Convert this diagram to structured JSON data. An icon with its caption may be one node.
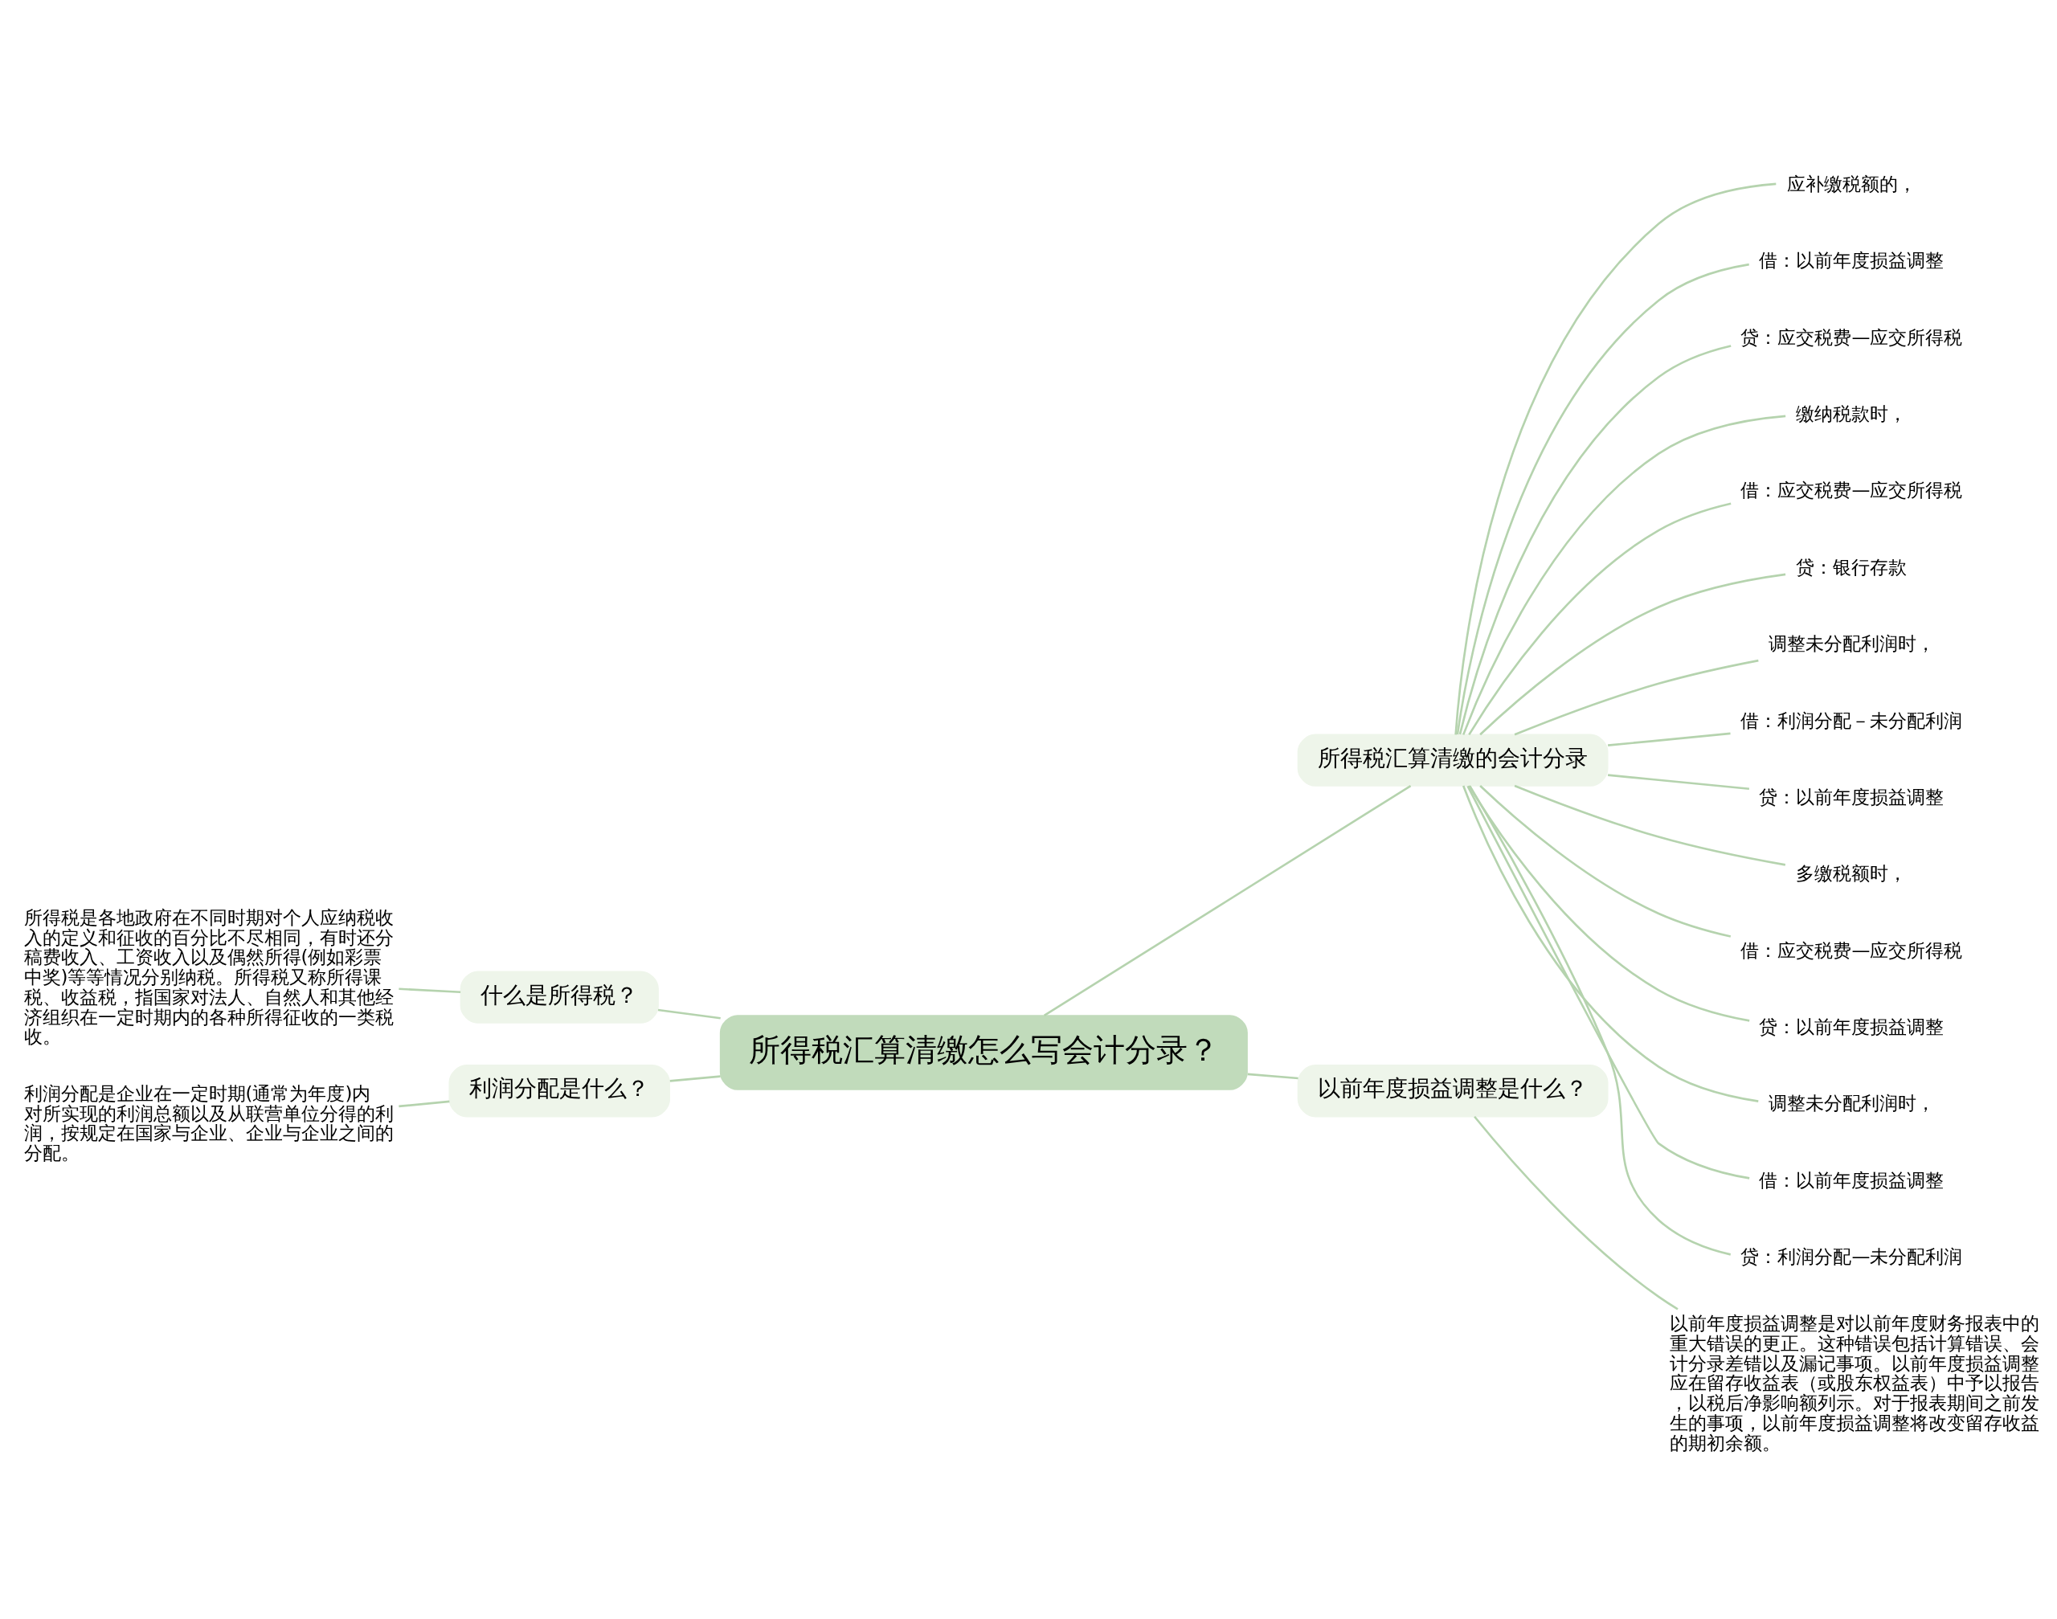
{
  "diagram": {
    "nodes": [
      {
        "text": [
          "所得税汇算清缴怎么写会计分录？"
        ]
      },
      {
        "text": [
          "什么是所得税？"
        ]
      },
      {
        "text": [
          "所得税是各地政府在不同时期对个人应纳税收入的定义和征收的百分比不尽相同，有时还分稿费收入、工资收入以及偶然所得(例如彩票中奖)等等情况分别纳税。所得税又称所得课税、收益税，指国家对法人、自然人和其他经济组织在一定时期内的各种所得征收的一类税收。"
        ]
      },
      {
        "text": [
          "利润分配是什么？"
        ]
      },
      {
        "text": [
          "利润分配是企业在一定时期(通常为年度)内对所实现的利润总额以及从联营单位分得的利润，按规定在国家与企业、企业与企业之间的分配。"
        ]
      },
      {
        "text": [
          "所得税汇算清缴的会计分录"
        ]
      },
      {
        "text": [
          "应补缴税额的，"
        ]
      },
      {
        "text": [
          "借：以前年度损益调整"
        ]
      },
      {
        "text": [
          "贷：应交税费—应交所得税"
        ]
      },
      {
        "text": [
          "缴纳税款时，"
        ]
      },
      {
        "text": [
          "借：应交税费—应交所得税"
        ]
      },
      {
        "text": [
          "贷：银行存款"
        ]
      },
      {
        "text": [
          "调整未分配利润时，"
        ]
      },
      {
        "text": [
          "借：利润分配－未分配利润"
        ]
      },
      {
        "text": [
          "贷：以前年度损益调整"
        ]
      },
      {
        "text": [
          "多缴税额时，"
        ]
      },
      {
        "text": [
          "借：应交税费—应交所得税"
        ]
      },
      {
        "text": [
          "贷：以前年度损益调整"
        ]
      },
      {
        "text": [
          "调整未分配利润时，"
        ]
      },
      {
        "text": [
          "借：以前年度损益调整"
        ]
      },
      {
        "text": [
          "贷：利润分配—未分配利润"
        ]
      },
      {
        "text": [
          "以前年度损益调整是什么？"
        ]
      },
      {
        "text": [
          "以前年度损益调整是对以前年度财务报表中的重大错误的更正。这种错误包括计算错误、会计分录差错以及漏记事项。以前年度损益调整应在留存收益表（或股东权益表）中予以报告，以税后净影响额列示。对于报表期间之前发生的事项，以前年度损益调整将改变留存收益的期初余额。"
        ]
      }
    ],
    "edges": [
      {
        "from": 0,
        "to": 1,
        "arrow": "none"
      },
      {
        "from": 1,
        "to": 2,
        "arrow": "none"
      },
      {
        "from": 0,
        "to": 3,
        "arrow": "none"
      },
      {
        "from": 3,
        "to": 4,
        "arrow": "none"
      },
      {
        "from": 0,
        "to": 5,
        "arrow": "none"
      },
      {
        "from": 5,
        "to": 6,
        "arrow": "none"
      },
      {
        "from": 5,
        "to": 7,
        "arrow": "none"
      },
      {
        "from": 5,
        "to": 8,
        "arrow": "none"
      },
      {
        "from": 5,
        "to": 9,
        "arrow": "none"
      },
      {
        "from": 5,
        "to": 10,
        "arrow": "none"
      },
      {
        "from": 5,
        "to": 11,
        "arrow": "none"
      },
      {
        "from": 5,
        "to": 12,
        "arrow": "none"
      },
      {
        "from": 5,
        "to": 13,
        "arrow": "none"
      },
      {
        "from": 5,
        "to": 14,
        "arrow": "none"
      },
      {
        "from": 5,
        "to": 15,
        "arrow": "none"
      },
      {
        "from": 5,
        "to": 16,
        "arrow": "none"
      },
      {
        "from": 5,
        "to": 17,
        "arrow": "none"
      },
      {
        "from": 5,
        "to": 18,
        "arrow": "none"
      },
      {
        "from": 5,
        "to": 19,
        "arrow": "none"
      },
      {
        "from": 5,
        "to": 20,
        "arrow": "none"
      },
      {
        "from": 0,
        "to": 21,
        "arrow": "none"
      },
      {
        "from": 21,
        "to": 22,
        "arrow": "none"
      }
    ]
  }
}
